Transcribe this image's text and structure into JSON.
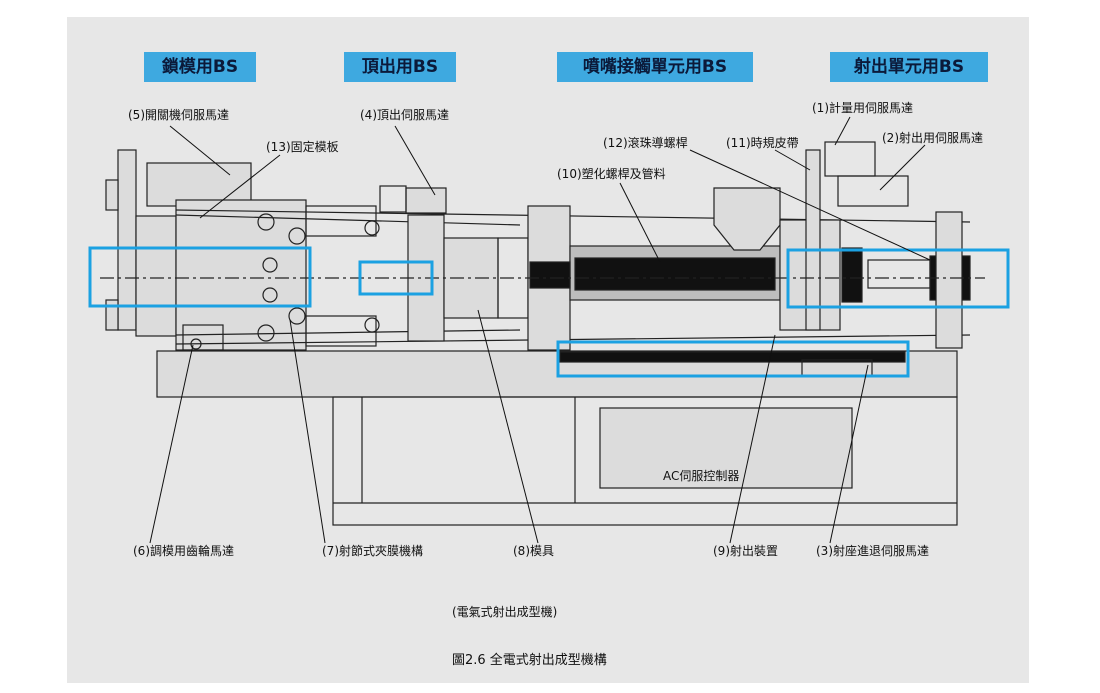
{
  "sections": [
    {
      "label": "鎖模用BS"
    },
    {
      "label": "頂出用BS"
    },
    {
      "label": "噴嘴接觸單元用BS"
    },
    {
      "label": "射出單元用BS"
    }
  ],
  "parts": {
    "p1": "(1)計量用伺服馬達",
    "p2": "(2)射出用伺服馬達",
    "p3": "(3)射座進退伺服馬達",
    "p4": "(4)頂出伺服馬達",
    "p5": "(5)開關機伺服馬達",
    "p6": "(6)調模用齒輪馬達",
    "p7": "(7)射節式夾膜機構",
    "p8": "(8)模具",
    "p9": "(9)射出裝置",
    "p10": "(10)塑化螺桿及管料",
    "p11": "(11)時規皮帶",
    "p12": "(12)滾珠導螺桿",
    "p13": "(13)固定模板"
  },
  "controller": "AC伺服控制器",
  "subtitle": "(電氣式射出成型機)",
  "caption": "圖2.6 全電式射出成型機構",
  "colors": {
    "highlight": "#1ba1e2",
    "badge": "#3ea9e0",
    "panel": "#e7e7e7"
  }
}
